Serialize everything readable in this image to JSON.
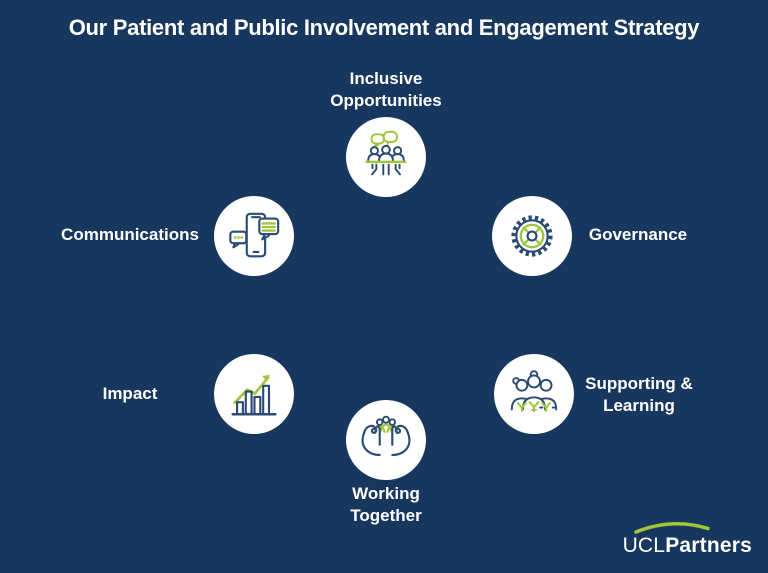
{
  "title": "Our Patient and Public Involvement and Engagement Strategy",
  "colors": {
    "background": "#17375e",
    "icon_navy": "#2b4a74",
    "accent_green": "#a1c63c",
    "circle_fill": "#ffffff",
    "text": "#ffffff"
  },
  "nodes": {
    "inclusive": {
      "label": "Inclusive\nOpportunities",
      "icon": "people-at-table-icon"
    },
    "communications": {
      "label": "Communications",
      "icon": "phone-chat-icon"
    },
    "governance": {
      "label": "Governance",
      "icon": "gear-icon"
    },
    "impact": {
      "label": "Impact",
      "icon": "bar-chart-arrow-icon"
    },
    "supporting": {
      "label": "Supporting &\nLearning",
      "icon": "people-lanyards-icon"
    },
    "working": {
      "label": "Working\nTogether",
      "icon": "hands-holding-people-icon"
    }
  },
  "logo": {
    "ucl": "UCL",
    "partners": "Partners"
  }
}
